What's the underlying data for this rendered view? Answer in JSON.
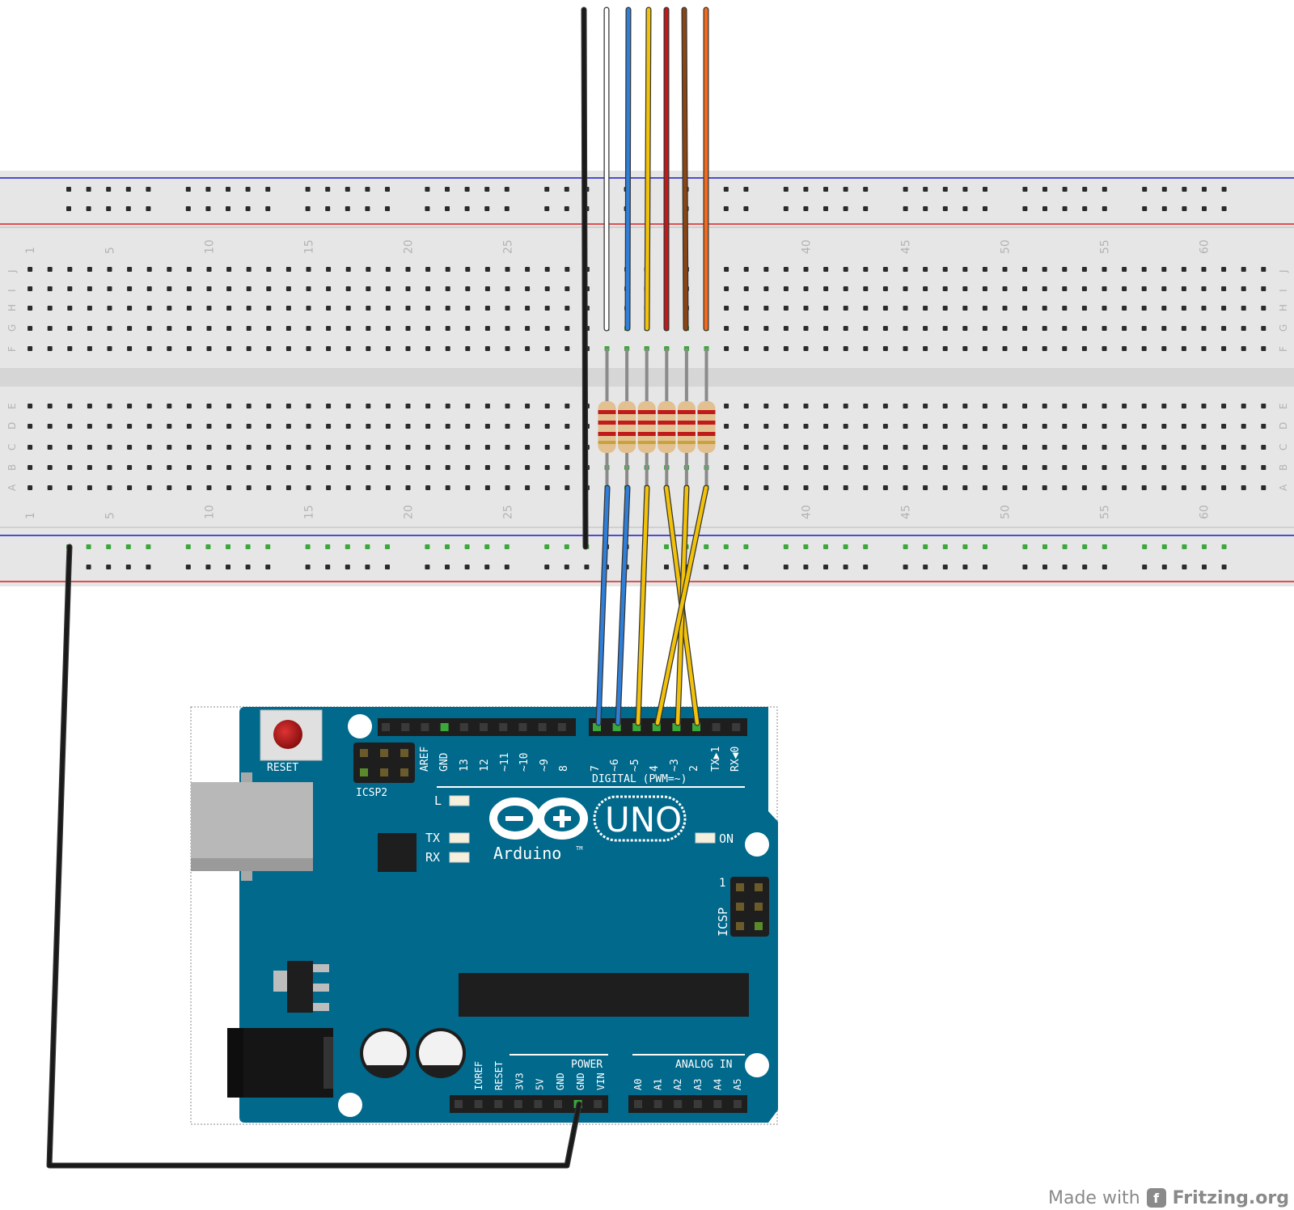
{
  "breadboard": {
    "column_numbers": [
      "1",
      "5",
      "10",
      "15",
      "20",
      "25",
      "40",
      "45",
      "50",
      "55",
      "60"
    ],
    "row_letters_top": [
      "J",
      "I",
      "H",
      "G",
      "F"
    ],
    "row_letters_bottom": [
      "E",
      "D",
      "C",
      "B",
      "A"
    ]
  },
  "arduino": {
    "reset_label": "RESET",
    "icsp2_label": "ICSP2",
    "icsp_label": "ICSP",
    "icsp_pin1_label": "1",
    "l_led_label": "L",
    "tx_label": "TX",
    "rx_label": "RX",
    "on_label": "ON",
    "model_label": "UNO",
    "brand_label": "Arduino",
    "tm_label": "TM",
    "digital_label": "DIGITAL (PWM=~)",
    "digital_pins": [
      "AREF",
      "GND",
      "13",
      "12",
      "~11",
      "~10",
      "~9",
      "8",
      "7",
      "~6",
      "~5",
      "4",
      "~3",
      "2",
      "TX▶1",
      "RX◀0"
    ],
    "power_label": "POWER",
    "analog_label": "ANALOG IN",
    "power_pins": [
      "IOREF",
      "RESET",
      "3V3",
      "5V",
      "GND",
      "GND",
      "VIN"
    ],
    "analog_pins": [
      "A0",
      "A1",
      "A2",
      "A3",
      "A4",
      "A5"
    ]
  },
  "wire_colors": {
    "black": "#1a1a1a",
    "white": "#ffffff",
    "blue": "#2f7fd8",
    "yellow": "#f2c20a",
    "red": "#c41818",
    "brown": "#8b4513",
    "orange": "#f26b1d"
  },
  "colors": {
    "board_teal": "#00698c",
    "breadboard_gray": "#e6e6e6",
    "rail_blue": "#1a1acc",
    "rail_red": "#d92121"
  },
  "footer": {
    "made_with": "Made with",
    "brand": "Fritzing.org"
  }
}
